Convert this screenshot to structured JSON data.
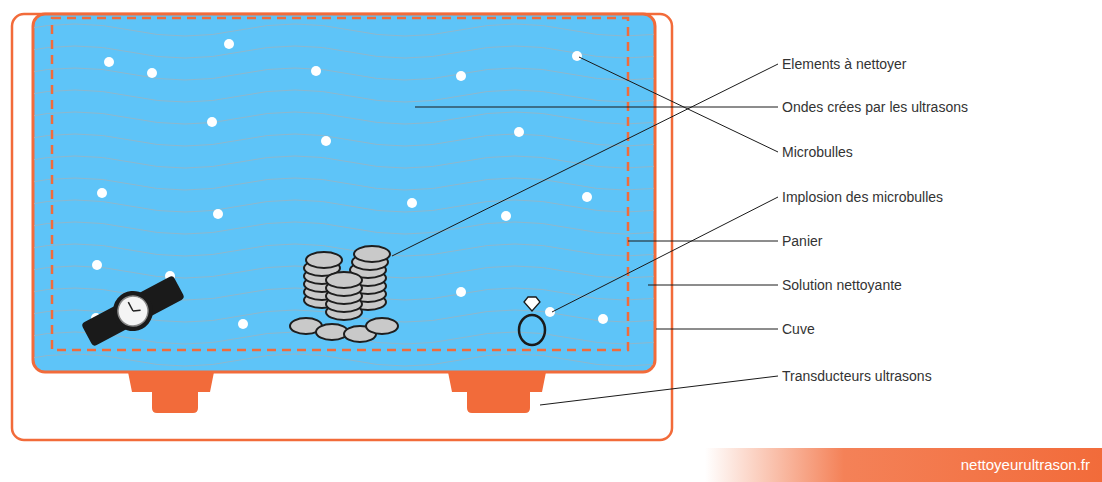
{
  "diagram": {
    "labels": [
      "Elements à nettoyer",
      "Ondes crées par les ultrasons",
      "Microbulles",
      "Implosion des microbulles",
      "Panier",
      "Solution nettoyante",
      "Cuve",
      "Transducteurs ultrasons",
      "nettoyeurultrason.fr"
    ]
  }
}
